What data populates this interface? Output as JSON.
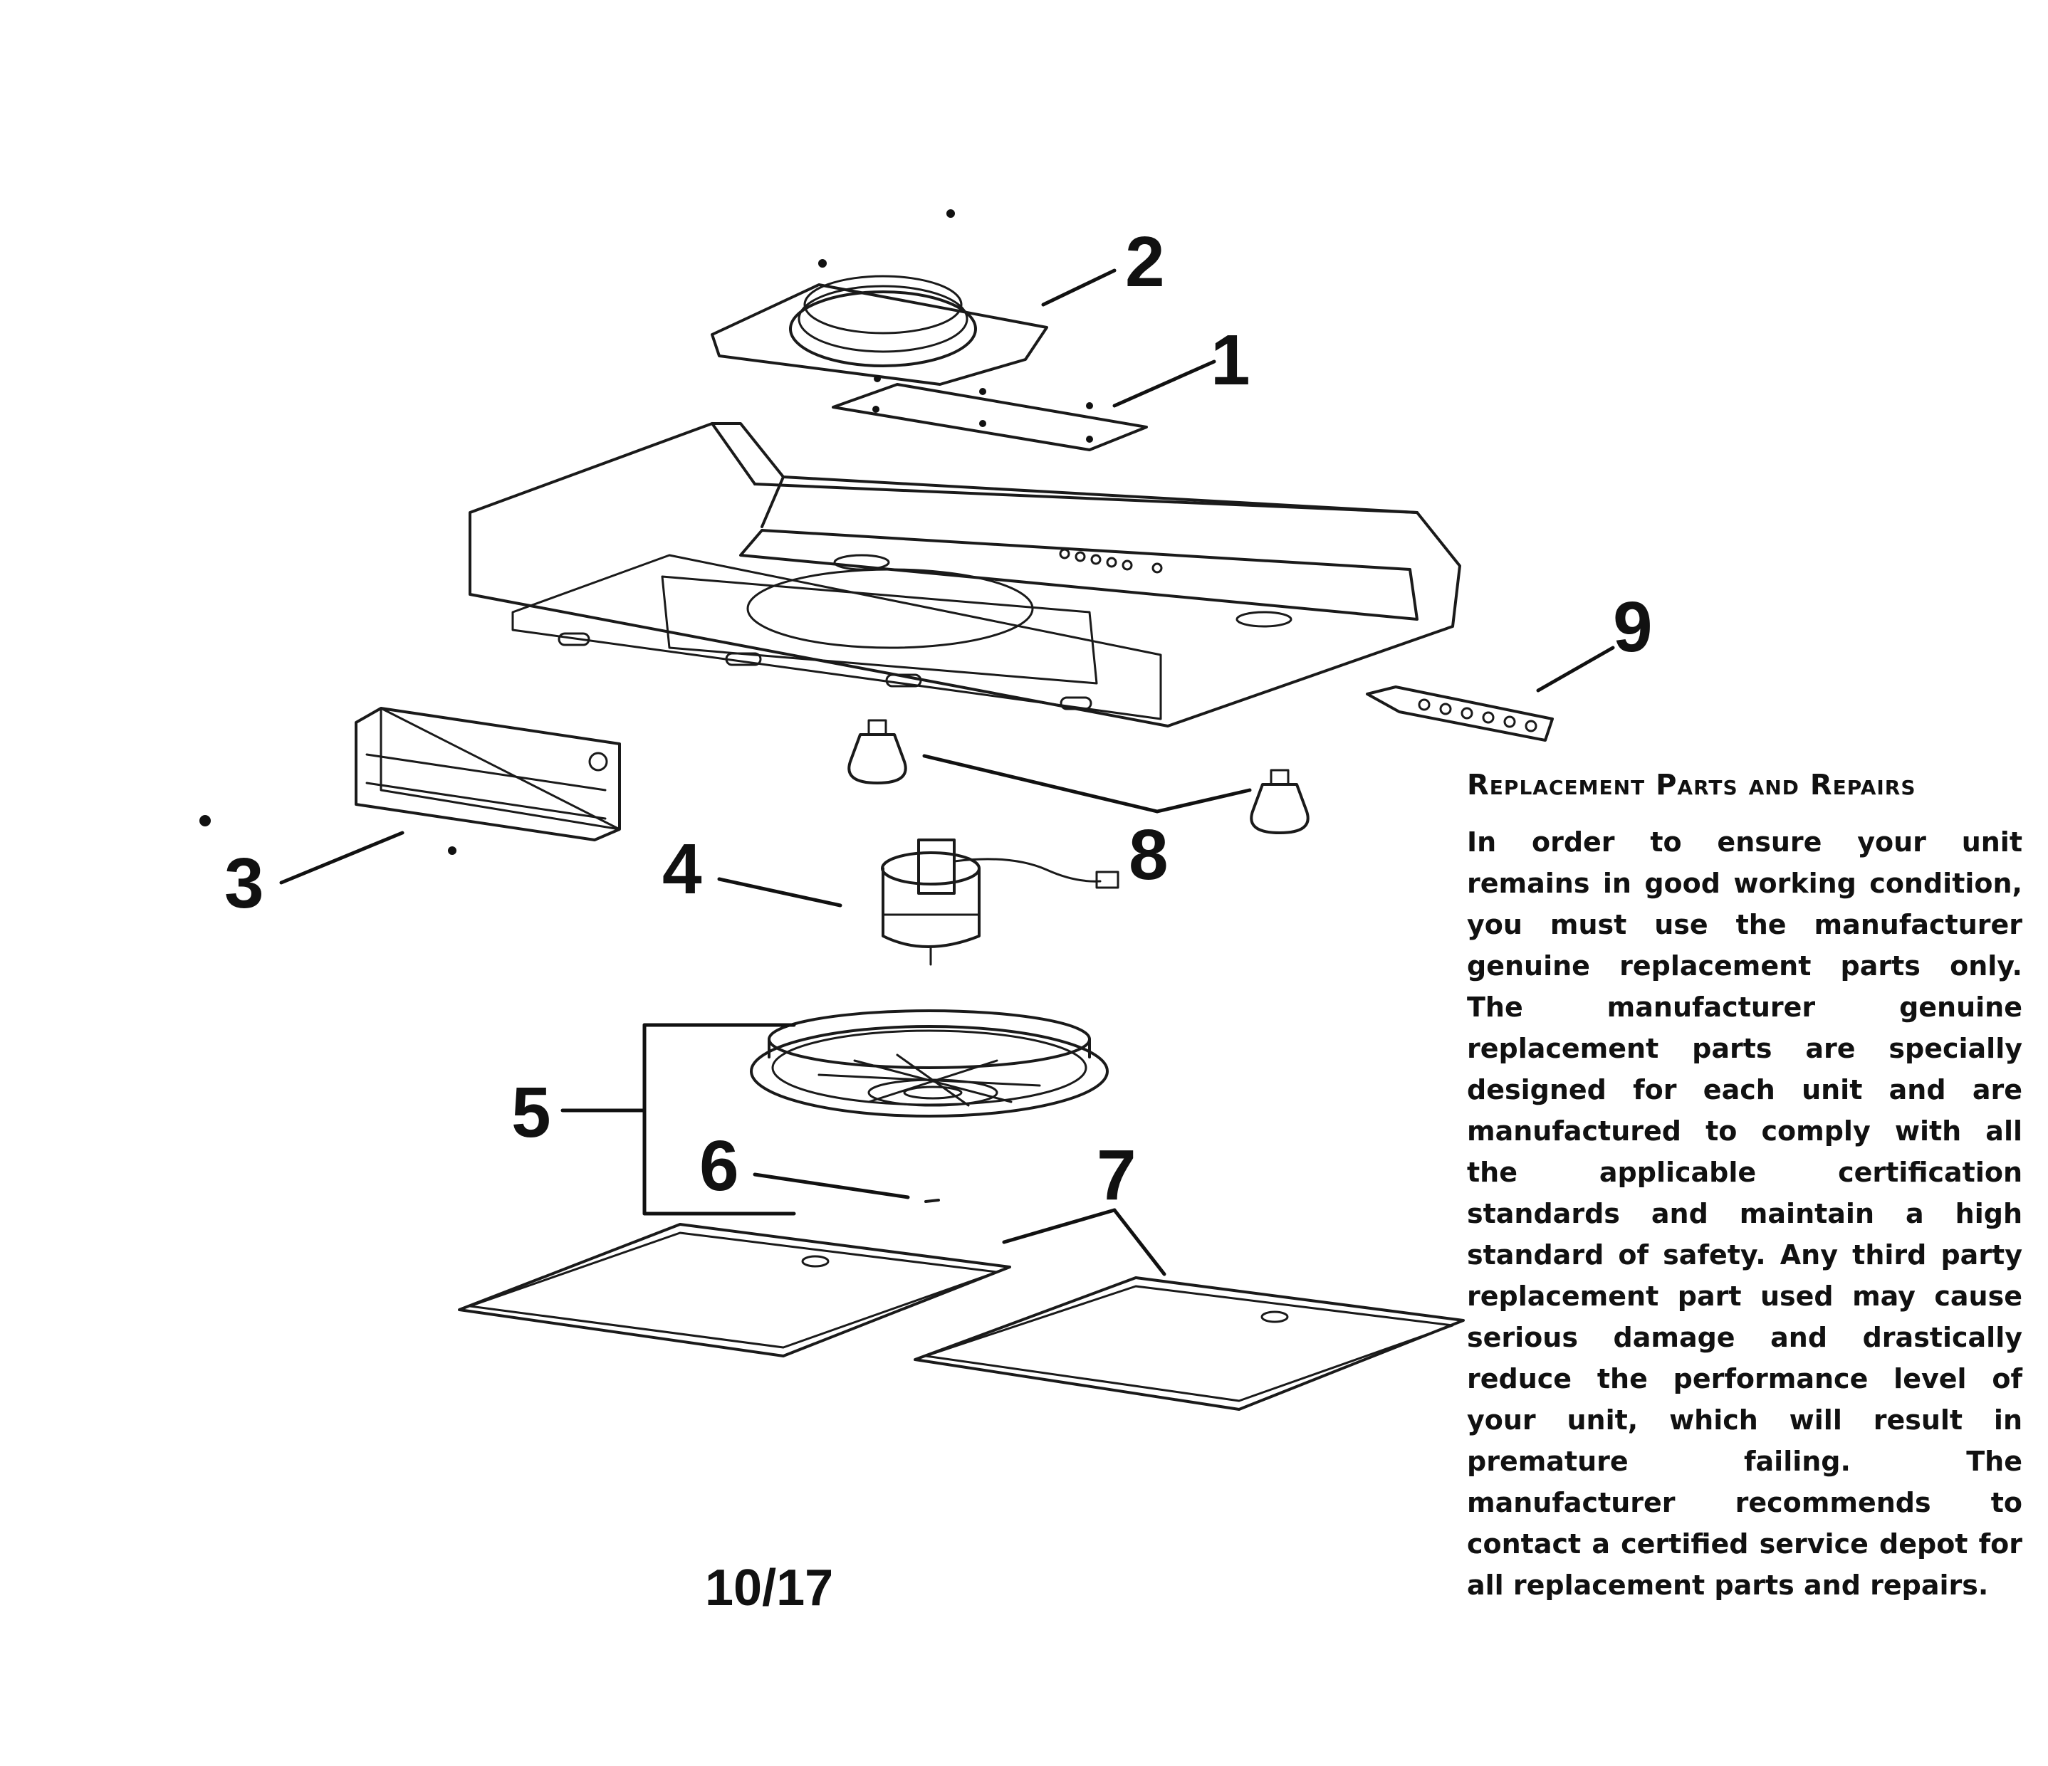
{
  "callouts": {
    "c1": "1",
    "c2": "2",
    "c3": "3",
    "c4": "4",
    "c5": "5",
    "c6": "6",
    "c7": "7",
    "c8": "8",
    "c9": "9"
  },
  "page_number": "10/17",
  "replacement_info": {
    "heading": "Replacement Parts and Repairs",
    "body": "In order to ensure your unit remains in good working condition, you must use the manufacturer genuine replacement parts only. The manufacturer genuine replacement parts are specially designed for each unit and are manufactured to comply with all the applicable certification standards and maintain a high standard of safety. Any third party replacement part used may cause serious damage and drastically reduce the performance level of your unit, which will result in premature failing. The manufacturer recommends to contact a certified service depot for all replacement parts and repairs."
  }
}
